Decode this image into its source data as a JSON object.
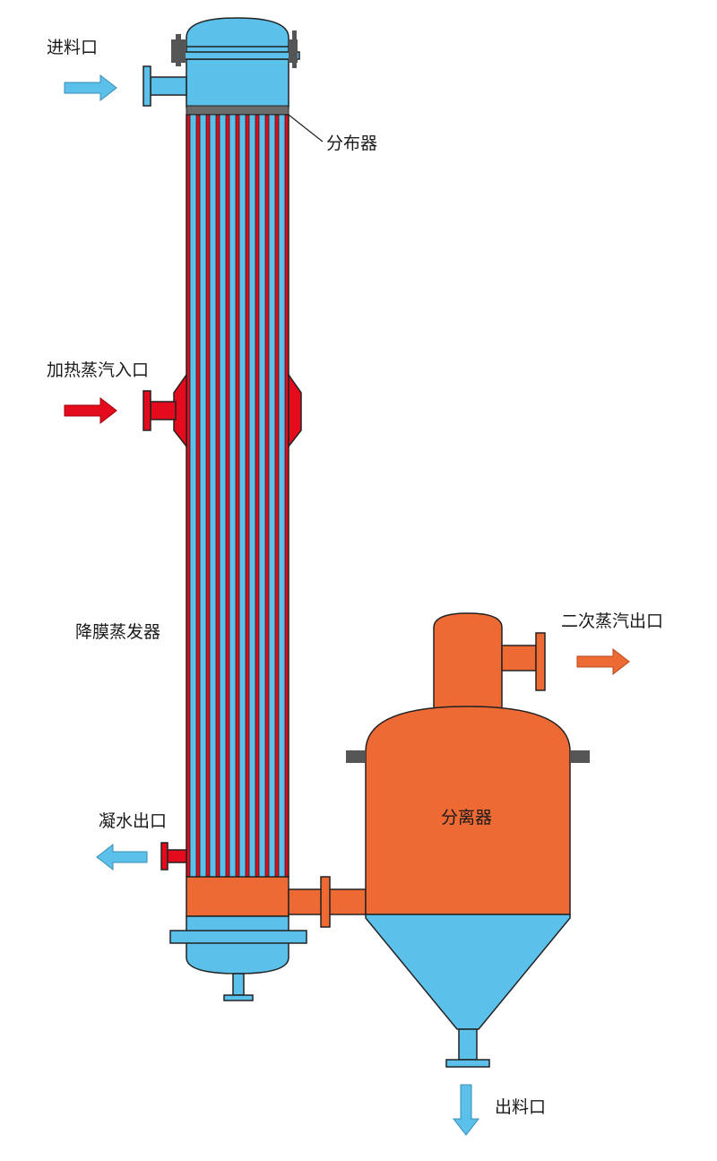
{
  "labels": {
    "feed_inlet": "进料口",
    "distributor": "分布器",
    "steam_inlet": "加热蒸汽入口",
    "evaporator": "降膜蒸发器",
    "condensate_outlet": "凝水出口",
    "secondary_steam_outlet": "二次蒸汽出口",
    "separator": "分离器",
    "product_outlet": "出料口"
  },
  "colors": {
    "liquid": "#5bc0ea",
    "steam": "#e30b1c",
    "vapor": "#ee6a35",
    "flange_dark": "#555555",
    "outline": "#222222"
  }
}
